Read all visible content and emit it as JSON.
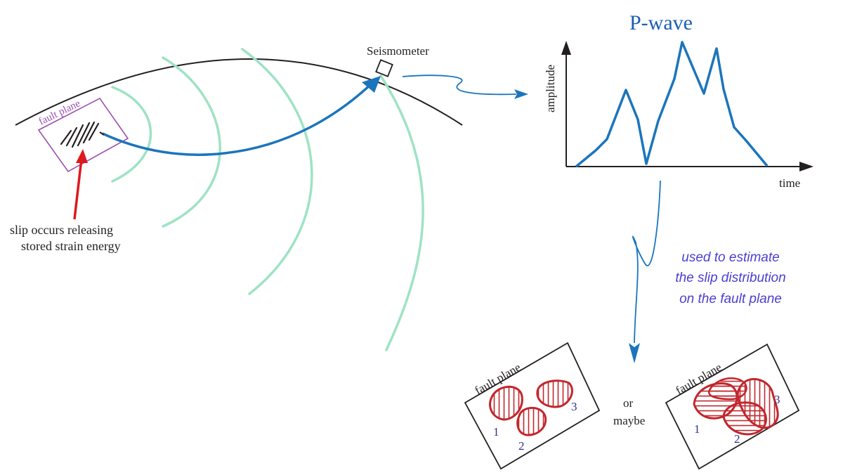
{
  "colors": {
    "wavefront": "#9ee3c3",
    "ray_blue": "#1b75bc",
    "fault_outline": "#9b51b0",
    "slip_arrow": "#e0181b",
    "slip_patch": "#c1272d",
    "label_blue": "#2e3192",
    "italic_note": "#4a3fd1",
    "black": "#231f20"
  },
  "labels": {
    "seismometer": "Seismometer",
    "fault_plane_main": "fault plane",
    "slip_line1": "slip occurs releasing",
    "slip_line2": "stored strain energy",
    "pwave_title": "P-wave",
    "amplitude_axis": "amplitude",
    "time_axis": "time",
    "note_line1": "used to estimate",
    "note_line2": "the slip distribution",
    "note_line3": "on the fault plane",
    "fault_plane_a": "fault plane",
    "fault_plane_b": "fault plane",
    "or": "or",
    "maybe": "maybe"
  },
  "patch_numbers_a": [
    "1",
    "2",
    "3"
  ],
  "patch_numbers_b": [
    "1",
    "2",
    "3"
  ]
}
